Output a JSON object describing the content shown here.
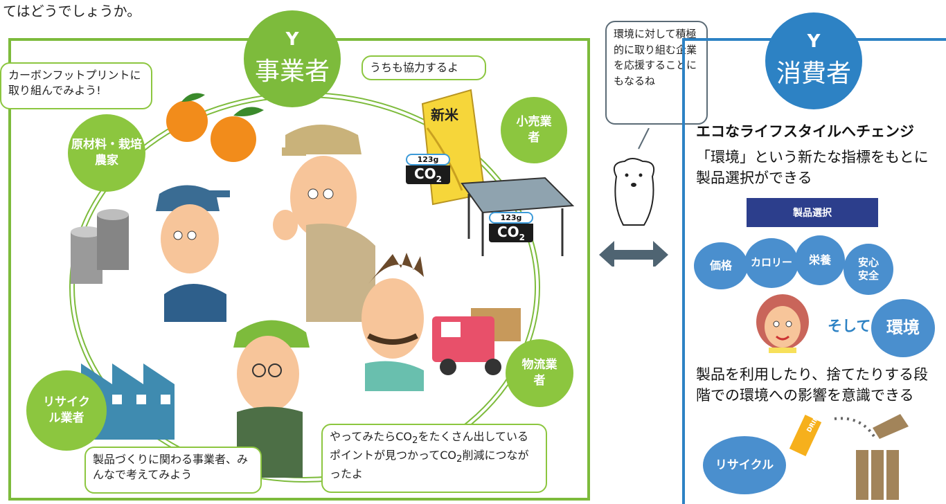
{
  "intro_tail": "てはどうでしょうか。",
  "business": {
    "title": "事業者",
    "nodes": {
      "farmer": "原材料・栽培農家",
      "retail": "小売業者",
      "logistics": "物流業者",
      "recycle": "リサイクル業者"
    },
    "bubble_carbon": "カーボンフットプリントに取り組んでみよう!",
    "bubble_help": "うちも協力するよ",
    "bubble_think": "製品づくりに関わる事業者、みんなで考えてみよう",
    "bubble_found_a": "やってみたらCO",
    "bubble_found_sub": "2",
    "bubble_found_b": "をたくさん出しているポイントが見つかってCO",
    "bubble_found_sub2": "2",
    "bubble_found_c": "削減につながったよ",
    "co2_label": "CO",
    "co2_sub": "2",
    "weight": "123g",
    "rice_bag": "新米"
  },
  "bear_bubble": "環境に対して積極的に取り組む企業を応援することにもなるね",
  "consumer": {
    "title": "消費者",
    "heading": "エコなライフスタイルへチェンジ",
    "desc1": "「環境」という新たな指標をもとに製品選択ができる",
    "select_label": "製品選択",
    "criteria": [
      "価格",
      "カロリー",
      "栄養",
      "安心安全"
    ],
    "soshite": "そして",
    "env": "環境",
    "desc2": "製品を利用したり、捨てたりする段階での環境への影響を意識できる",
    "recycle": "リサイクル",
    "drink": "DRINK"
  },
  "colors": {
    "green": "#7dbb3c",
    "node_green": "#8cc63f",
    "blue": "#2d82c4",
    "light_blue": "#4a8fce",
    "navy": "#2c3e8c"
  }
}
